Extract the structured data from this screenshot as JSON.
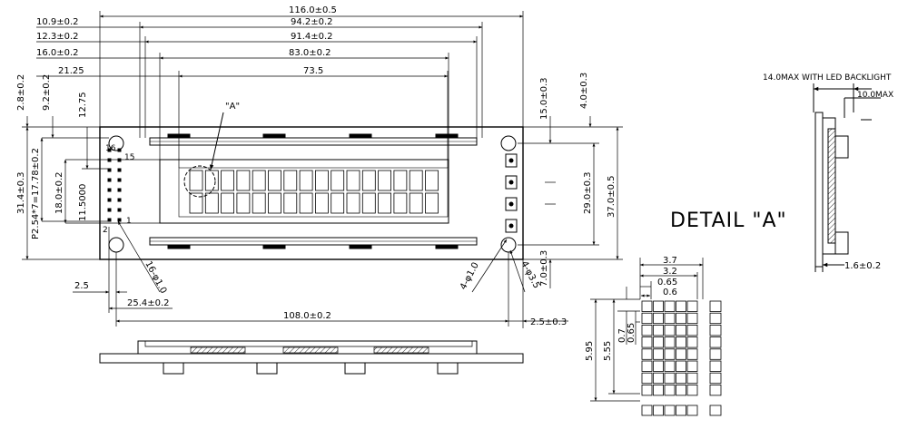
{
  "front_view": {
    "top_dims": [
      "116.0±0.5",
      "94.2±0.2",
      "91.4±0.2",
      "83.0±0.2",
      "73.5"
    ],
    "left_dims": [
      "10.9±0.2",
      "12.3±0.2",
      "16.0±0.2",
      "21.25"
    ],
    "vertical_left": [
      "2.8±0.2",
      "9.2±0.2",
      "12.75",
      "31.4±0.3",
      "P2.54*7=17.78±0.2",
      "18.0±0.2",
      "11.5000"
    ],
    "vertical_right": [
      "15.0±0.3",
      "4.0±0.3",
      "29.0±0.3",
      "37.0±0.5",
      "7.0±0.3"
    ],
    "bottom_dims": [
      "2.5",
      "25.4±0.2",
      "108.0±0.2",
      "2.5±0.3"
    ],
    "hole_labels": [
      "16-φ1.0",
      "4-φ1.0",
      "4-φ3.5"
    ],
    "pin_labels": [
      "16",
      "15",
      "2",
      "1"
    ],
    "detail_marker": "\"A\""
  },
  "side_view": {
    "max_with_backlight": "14.0MAX  WITH  LED  BACKLIGHT",
    "max": "10.0MAX",
    "thickness": "1.6±0.2"
  },
  "detail": {
    "title": "DETAIL \"A\"",
    "h_dims": [
      "3.7",
      "3.2",
      "0.65",
      "0.6"
    ],
    "v_dims": [
      "5.95",
      "5.55",
      "0.7",
      "0.65"
    ]
  }
}
